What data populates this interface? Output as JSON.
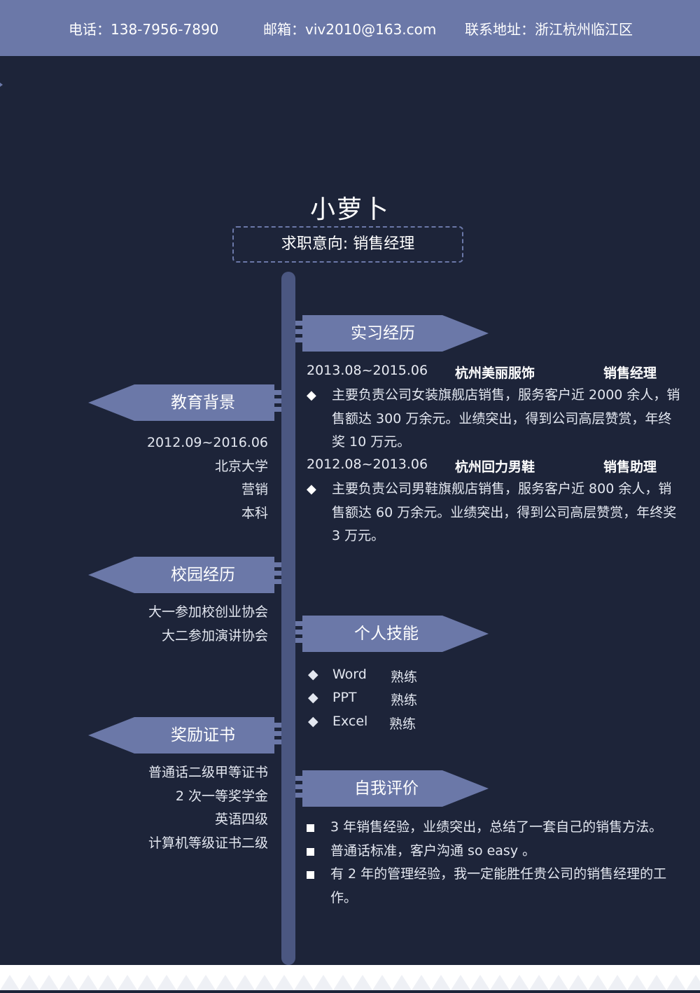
{
  "header": {
    "phone": "电话：138-7956-7890",
    "email": "邮箱：viv2010@163.com",
    "address": "联系地址：浙江杭州临江区"
  },
  "profile": {
    "name": "小萝卜",
    "intent": "求职意向: 销售经理"
  },
  "sections": {
    "internship": "实习经历",
    "education": "教育背景",
    "campus": "校园经历",
    "skills": "个人技能",
    "awards": "奖励证书",
    "self_eval": "自我评价"
  },
  "education": {
    "period": "2012.09~2016.06",
    "school": "北京大学",
    "major": "营销",
    "degree": "本科"
  },
  "campus": {
    "items": [
      "大一参加校创业协会",
      "大二参加演讲协会"
    ]
  },
  "awards": {
    "items": [
      "普通话二级甲等证书",
      "2 次一等奖学金",
      "英语四级",
      "计算机等级证书二级"
    ]
  },
  "internship": {
    "entries": [
      {
        "period": "2013.08~2015.06",
        "company": "杭州美丽服饰",
        "role": "销售经理",
        "bullet": "◆",
        "desc": "主要负责公司女装旗舰店销售，服务客户近 2000 余人，销售额达 300 万余元。业绩突出，得到公司高层赞赏，年终奖 10 万元。"
      },
      {
        "period": "2012.08~2013.06",
        "company": "杭州回力男鞋",
        "role": "销售助理",
        "bullet": "◆",
        "desc": "主要负责公司男鞋旗舰店销售，服务客户近 800 余人，销售额达 60 万余元。业绩突出，得到公司高层赞赏，年终奖 3 万元。"
      }
    ]
  },
  "skills": {
    "bullet": "◆",
    "items": [
      {
        "name": "Word",
        "level": "熟练"
      },
      {
        "name": "PPT",
        "level": "熟练"
      },
      {
        "name": "Excel",
        "level": "熟练"
      }
    ]
  },
  "self_eval": {
    "items": [
      "3 年销售经验，业绩突出，总结了一套自己的销售方法。",
      "普通话标准，客户沟通 so easy 。",
      "有 2 年的管理经验，我一定能胜任贵公司的销售经理的工作。"
    ]
  },
  "colors": {
    "background": "#1d2439",
    "accent": "#6b78a8",
    "spine": "#4b5781"
  }
}
